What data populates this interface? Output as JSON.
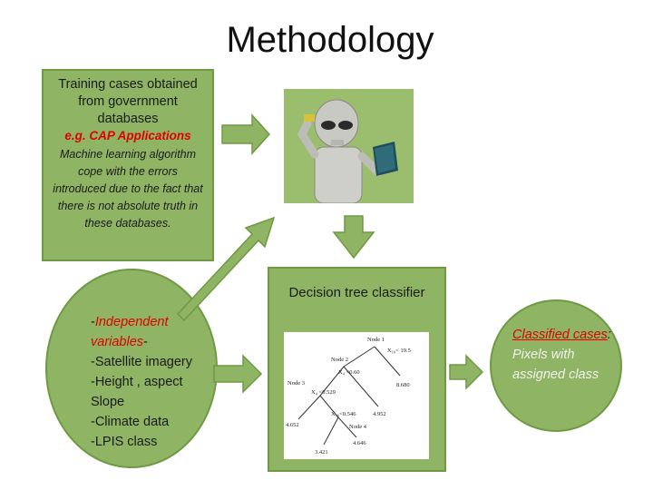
{
  "title": "Methodology",
  "training_box": {
    "line1": "Training cases obtained from government databases",
    "example": "e.g. CAP Applications",
    "note": "Machine learning algorithm cope with the errors introduced due to the fact that there is not absolute truth in these databases."
  },
  "independent_vars": {
    "lead": "Independent variables",
    "items": [
      "-Satellite imagery",
      "-Height , aspect",
      "Slope",
      "-Climate data",
      "-LPIS class"
    ]
  },
  "decision_tree": {
    "label": "Decision tree classifier",
    "tree_text": {
      "node1": "Node 1",
      "node2": "Node 2",
      "node3": "Node 3",
      "node4": "Node 4",
      "cond1": "X₁₀< 19.5",
      "cond2": "X₄ <0.60",
      "cond3": "X₄ <0.529",
      "cond4": "X₁₀<0.546",
      "leaf1": "8.680",
      "leaf2": "4.952",
      "leaf3": "4.652",
      "leaf4": "4.646",
      "leaf5": "3.421"
    }
  },
  "classified": {
    "title": "Classified cases",
    "desc": "Pixels with assigned class"
  },
  "colors": {
    "box_fill": "#8fb463",
    "box_border": "#6e9a43",
    "accent_red": "#e00000",
    "arrow_fill": "#8fb463"
  }
}
